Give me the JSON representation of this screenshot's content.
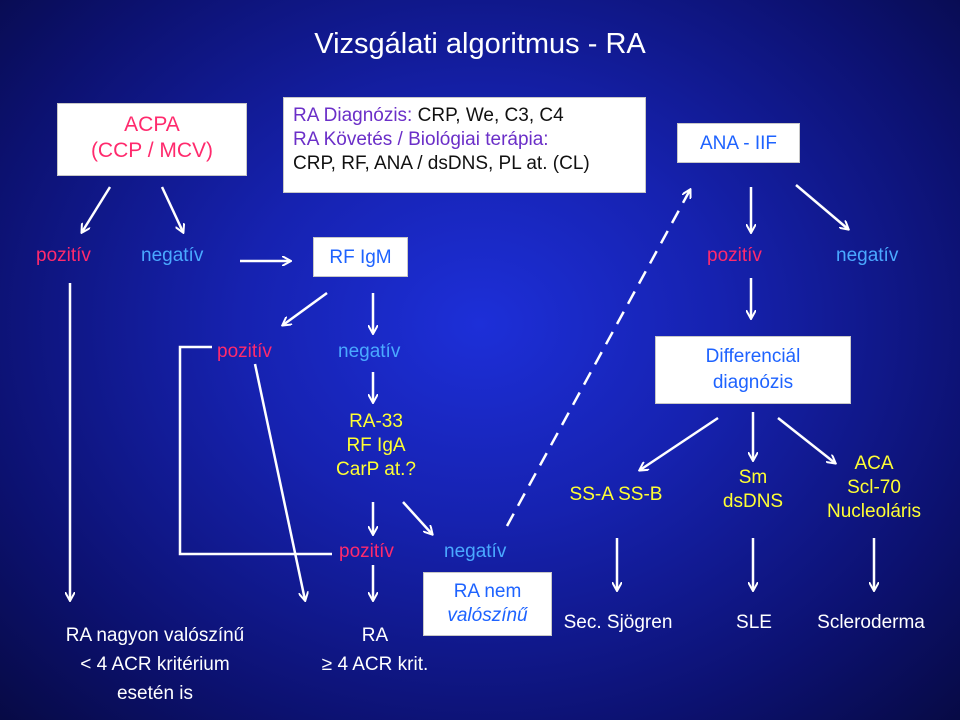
{
  "title": "Vizsgálati algoritmus - RA",
  "acpa_box": {
    "line1": "ACPA",
    "line2": "(CCP / MCV)"
  },
  "ra_box": {
    "line1_label": "RA Diagnózis:",
    "line1_value": " CRP, We, C3, C4",
    "line2": "RA Követés / Biológiai terápia:",
    "line3": "CRP, RF, ANA / dsDNS, PL at. (CL)"
  },
  "ana_box": "ANA - IIF",
  "rfigm_box": "RF IgM",
  "labels": {
    "pozitiv": "pozitív",
    "negativ": "negatív"
  },
  "ra33": {
    "line1": "RA-33",
    "line2": "RF IgA",
    "line3": "CarP at.?"
  },
  "differential": {
    "line1": "Differenciál",
    "line2": "diagnózis"
  },
  "ssa_ssb": "SS-A SS-B",
  "sm_dsdns": {
    "line1": "Sm",
    "line2": "dsDNS"
  },
  "aca_group": {
    "line1": "ACA",
    "line2": "Scl-70",
    "line3": "Nucleoláris"
  },
  "ra_nem": {
    "line1": "RA nem",
    "line2": "valószínű"
  },
  "outcome_left": {
    "line1": "RA nagyon valószínű",
    "line2": "< 4 ACR kritérium",
    "line3": "esetén is"
  },
  "outcome_ra": {
    "line1": "RA",
    "line2": "4 ACR krit.",
    "symbol": "≥"
  },
  "outcome_sjogren": "Sec. Sjögren",
  "outcome_sle": "SLE",
  "outcome_scleroderma": "Scleroderma",
  "colors": {
    "positive": "#ff2a6d",
    "negative": "#4aa9ff",
    "box_text": "#1e63ff",
    "yellow": "#ffff33",
    "purple": "#6b2fc8"
  }
}
